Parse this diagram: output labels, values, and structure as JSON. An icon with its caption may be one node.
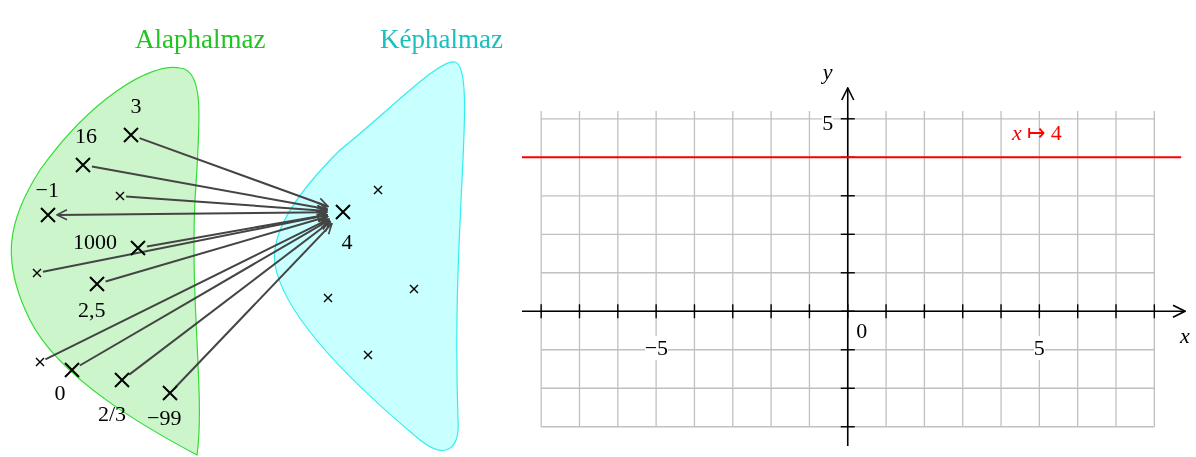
{
  "diagram": {
    "nodes": [
      {
        "text": [
          "Alaphalmaz"
        ]
      },
      {
        "text": [
          "3"
        ],
        "in": 0
      },
      {
        "text": [
          "16"
        ],
        "in": 0
      },
      {
        "text": [],
        "shape": "cross",
        "in": 0
      },
      {
        "text": [
          "−1"
        ],
        "in": 0
      },
      {
        "text": [
          "1000"
        ],
        "in": 0
      },
      {
        "text": [],
        "shape": "cross",
        "in": 0
      },
      {
        "text": [
          "2,5"
        ],
        "in": 0
      },
      {
        "text": [],
        "shape": "cross",
        "in": 0
      },
      {
        "text": [
          "0"
        ],
        "in": 0
      },
      {
        "text": [
          "2/3"
        ],
        "in": 0
      },
      {
        "text": [
          "−99"
        ],
        "in": 0
      },
      {
        "text": [
          "Képhalmaz"
        ]
      },
      {
        "text": [
          "4"
        ],
        "in": 12
      },
      {
        "text": [],
        "shape": "cross",
        "in": 12
      },
      {
        "text": [],
        "shape": "cross",
        "in": 12
      },
      {
        "text": [],
        "shape": "cross",
        "in": 12
      },
      {
        "text": [],
        "shape": "cross",
        "in": 12
      }
    ],
    "edges": [
      {
        "from": 1,
        "to": 13,
        "arrow": "to"
      },
      {
        "from": 2,
        "to": 13,
        "arrow": "to"
      },
      {
        "from": 3,
        "to": 13,
        "arrow": "to"
      },
      {
        "from": 4,
        "to": 13,
        "arrow": "both"
      },
      {
        "from": 5,
        "to": 13,
        "arrow": "to"
      },
      {
        "from": 6,
        "to": 13,
        "arrow": "to"
      },
      {
        "from": 7,
        "to": 13,
        "arrow": "to"
      },
      {
        "from": 8,
        "to": 13,
        "arrow": "to"
      },
      {
        "from": 9,
        "to": 13,
        "arrow": "to"
      },
      {
        "from": 10,
        "to": 13,
        "arrow": "to"
      },
      {
        "from": 11,
        "to": 13,
        "arrow": "to"
      }
    ],
    "labels": [
      "y",
      "5",
      "*x* ↦ 4",
      "0",
      "x",
      "−5",
      "5"
    ]
  }
}
